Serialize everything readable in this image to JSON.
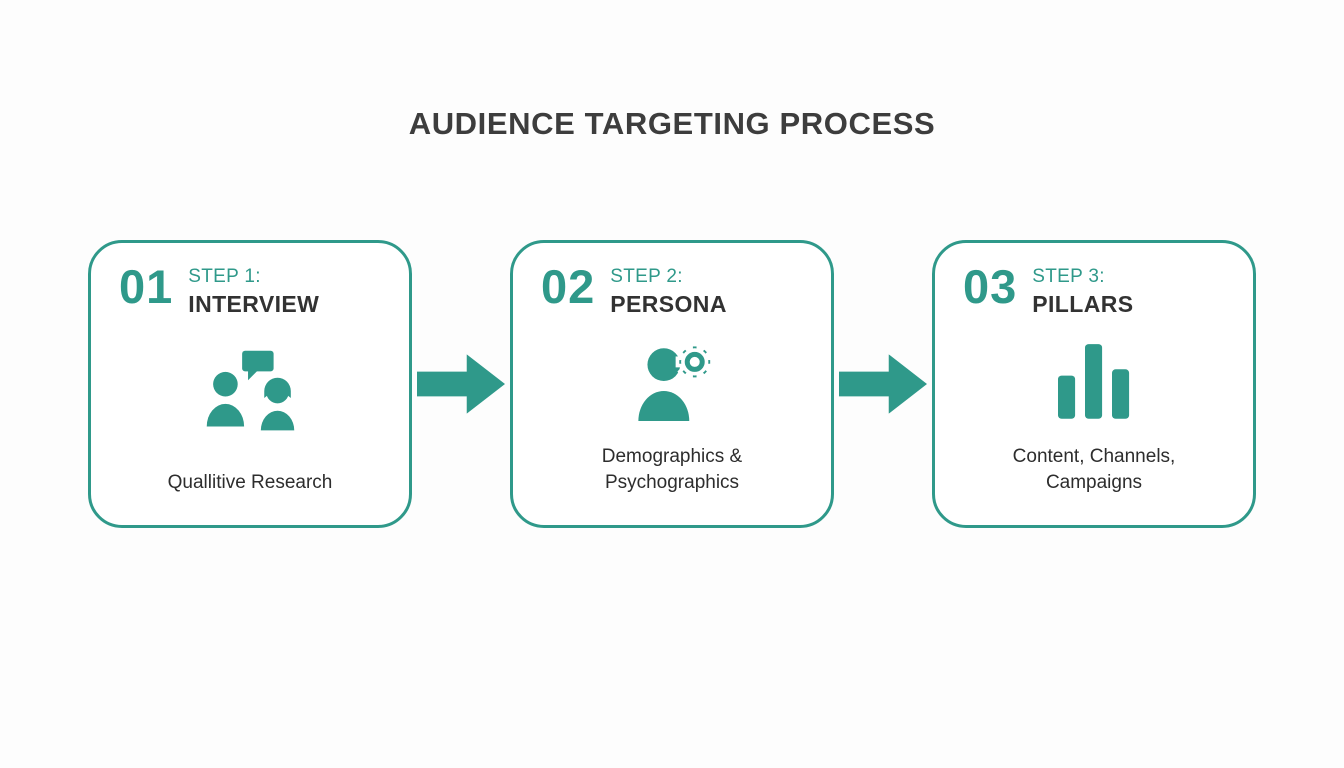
{
  "title": "AUDIENCE TARGETING PROCESS",
  "accent_color": "#2f998a",
  "steps": [
    {
      "number": "01",
      "step_label": "STEP 1:",
      "name": "INTERVIEW",
      "caption": "Quallitive Research",
      "icon": "interview-icon"
    },
    {
      "number": "02",
      "step_label": "STEP 2:",
      "name": "PERSONA",
      "caption": "Demographics & Psychographics",
      "icon": "persona-icon"
    },
    {
      "number": "03",
      "step_label": "STEP 3:",
      "name": "PILLARS",
      "caption": "Content, Channels, Campaigns",
      "icon": "pillars-icon"
    }
  ]
}
